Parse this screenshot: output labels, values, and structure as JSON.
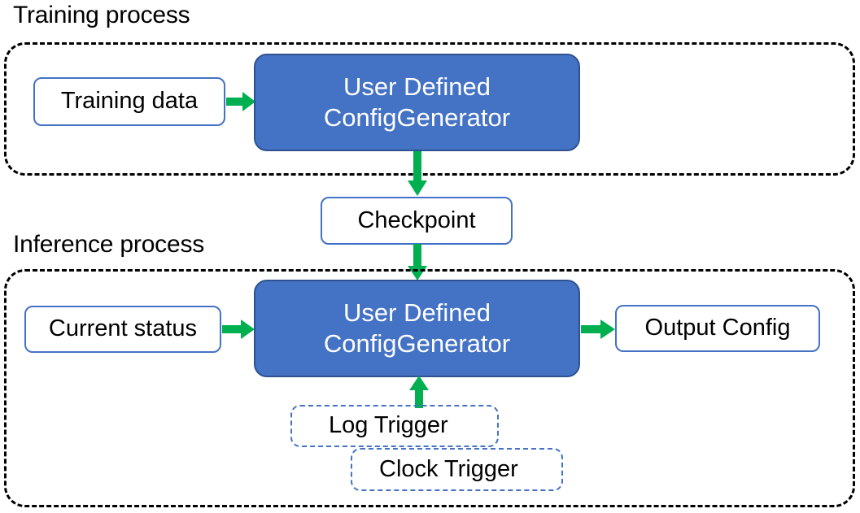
{
  "diagram": {
    "title_training": "Training process",
    "title_inference": "Inference process",
    "colors": {
      "process_fill": "#4472C4",
      "process_stroke": "#2F528F",
      "node_stroke": "#4472C4",
      "arrow": "#00B050",
      "group_stroke": "#000000",
      "text_dark": "#000000",
      "text_light": "#FFFFFF"
    },
    "training": {
      "group_label": "Training process",
      "input_node": "Training data",
      "process_node_line1": "User Defined",
      "process_node_line2": "ConfigGenerator"
    },
    "bridge": {
      "checkpoint_node": "Checkpoint"
    },
    "inference": {
      "group_label": "Inference process",
      "input_node": "Current status",
      "process_node_line1": "User Defined",
      "process_node_line2": "ConfigGenerator",
      "output_node": "Output Config",
      "triggers": [
        {
          "label": "Log Trigger"
        },
        {
          "label": "Clock Trigger"
        }
      ]
    },
    "arrows": [
      {
        "name": "training-data-to-generator",
        "direction": "right"
      },
      {
        "name": "training-generator-to-checkpoint",
        "direction": "down"
      },
      {
        "name": "checkpoint-to-inference-generator",
        "direction": "down"
      },
      {
        "name": "current-status-to-generator",
        "direction": "right"
      },
      {
        "name": "generator-to-output-config",
        "direction": "right"
      },
      {
        "name": "triggers-to-generator",
        "direction": "up"
      }
    ]
  }
}
